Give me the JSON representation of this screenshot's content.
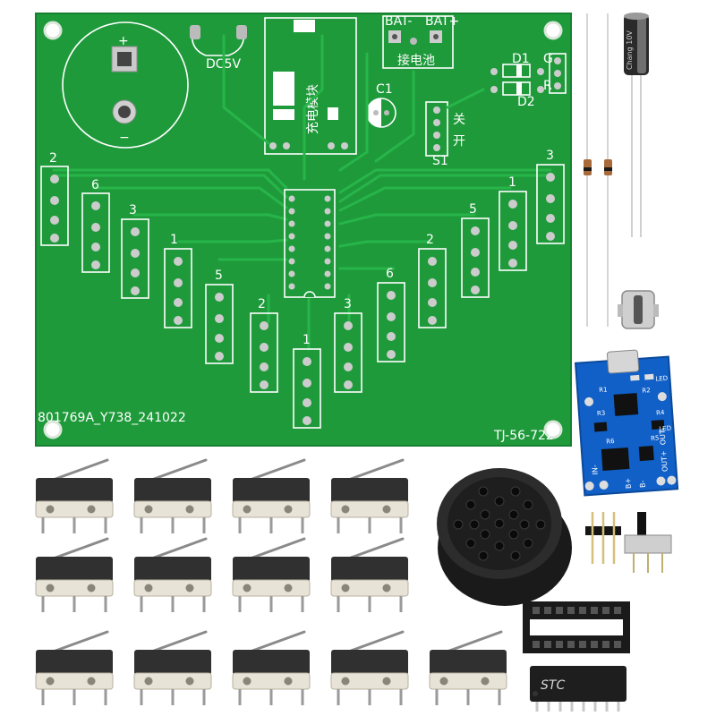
{
  "pcb": {
    "board_code": "801769A_Y738_241022",
    "board_id": "TJ-56-722",
    "charge_module_label": "充电模块",
    "battery_label": "接电池",
    "bat_neg": "BAT-",
    "bat_pos": "BAT+",
    "dc_label": "DC5V",
    "switch_off": "关",
    "switch_on": "开",
    "switch_ref": "S1",
    "cap_ref": "C1",
    "diode_refs": [
      "D1",
      "D2"
    ],
    "gate_letters": [
      "G",
      "R"
    ],
    "plus_sign": "+",
    "minus_sign": "−",
    "key_numbers": [
      "2",
      "6",
      "3",
      "1",
      "5",
      "2",
      "1",
      "3",
      "6",
      "2",
      "5",
      "1",
      "3"
    ]
  },
  "module": {
    "out_minus": "OUT-",
    "out_plus": "OUT+",
    "b_minus": "B-",
    "b_plus": "B+",
    "in_minus": "IN-",
    "refs": [
      "R1",
      "R2",
      "R3",
      "R4",
      "R5",
      "R6",
      "LED",
      "LED"
    ]
  },
  "capacitor_label": "Chang 10V",
  "ic_label": "STC",
  "colors": {
    "pcb": "#1f9a3b",
    "pcb_dark": "#168a31",
    "module": "#1060c8",
    "switch_body": "#303030",
    "switch_white": "#e7e3d7"
  }
}
